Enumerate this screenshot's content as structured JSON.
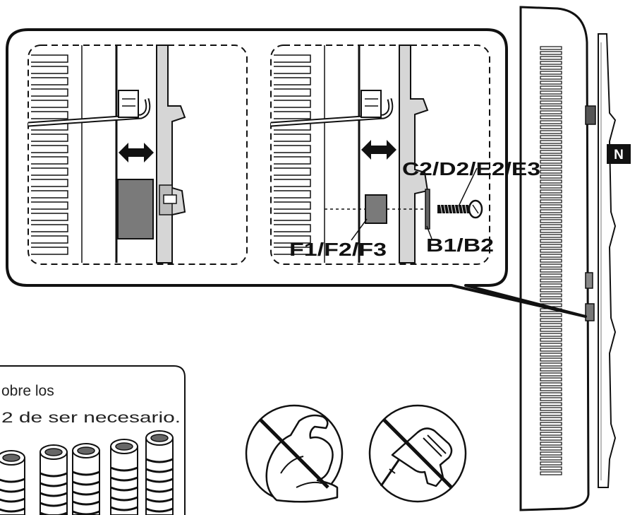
{
  "labels": {
    "screws": "C2/D2/E2/E3",
    "spacers": "F1/F2/F3",
    "washers": "B1/B2",
    "badge": "N"
  },
  "note": {
    "line1": "obre los",
    "line2": "2 de ser necesario."
  },
  "prohibitions": [
    {
      "icon": "no-force-icon"
    },
    {
      "icon": "no-power-drill-icon"
    }
  ],
  "colors": {
    "ink": "#111111",
    "spacer_gray": "#7a7a7a",
    "bracket_gray": "#d6d6d6"
  }
}
